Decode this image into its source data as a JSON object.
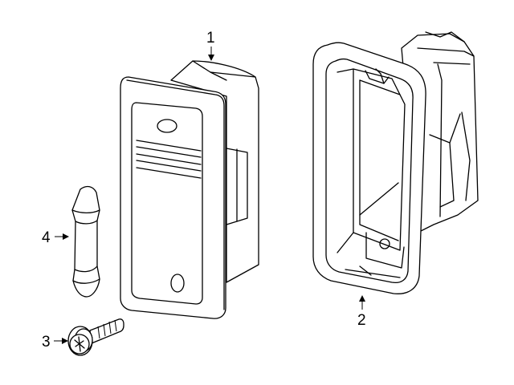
{
  "callouts": [
    {
      "id": "part-1",
      "label": "1"
    },
    {
      "id": "part-2",
      "label": "2"
    },
    {
      "id": "part-3",
      "label": "3"
    },
    {
      "id": "part-4",
      "label": "4"
    }
  ],
  "colors": {
    "line": "#000000",
    "background": "#ffffff"
  }
}
